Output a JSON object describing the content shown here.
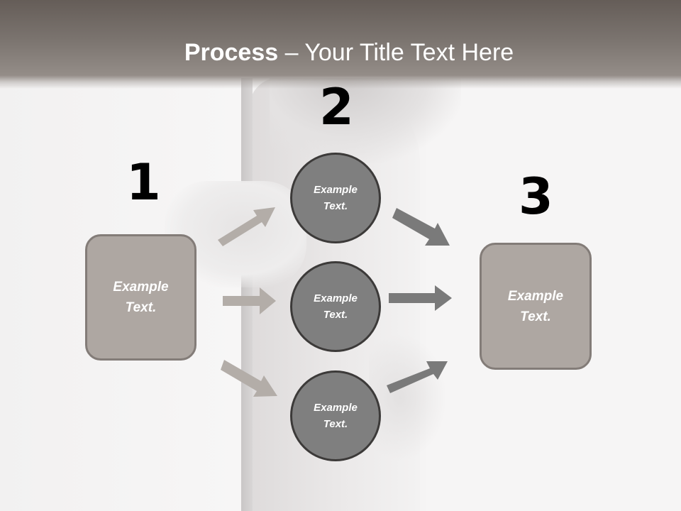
{
  "title": {
    "strong": "Process",
    "rest": " – Your Title Text Here"
  },
  "steps": [
    {
      "number": "1",
      "label_line1": "Example",
      "label_line2": "Text."
    },
    {
      "number": "2",
      "circles": [
        {
          "label_line1": "Example",
          "label_line2": "Text."
        },
        {
          "label_line1": "Example",
          "label_line2": "Text."
        },
        {
          "label_line1": "Example",
          "label_line2": "Text."
        }
      ]
    },
    {
      "number": "3",
      "label_line1": "Example",
      "label_line2": "Text."
    }
  ],
  "colors": {
    "header_top": "#655d58",
    "header_bottom": "#948d88",
    "box_fill": "#aea7a2",
    "box_border": "#837c78",
    "circle_fill": "#7f7f7f",
    "circle_border": "#3c3a39",
    "arrow_left": "#b3ada8",
    "arrow_right": "#7a7a7a"
  },
  "icons": {
    "arrows_in": [
      "arrow-up-right-icon",
      "arrow-right-icon",
      "arrow-down-right-icon"
    ],
    "arrows_out": [
      "arrow-down-right-icon",
      "arrow-right-icon",
      "arrow-up-right-icon"
    ]
  }
}
